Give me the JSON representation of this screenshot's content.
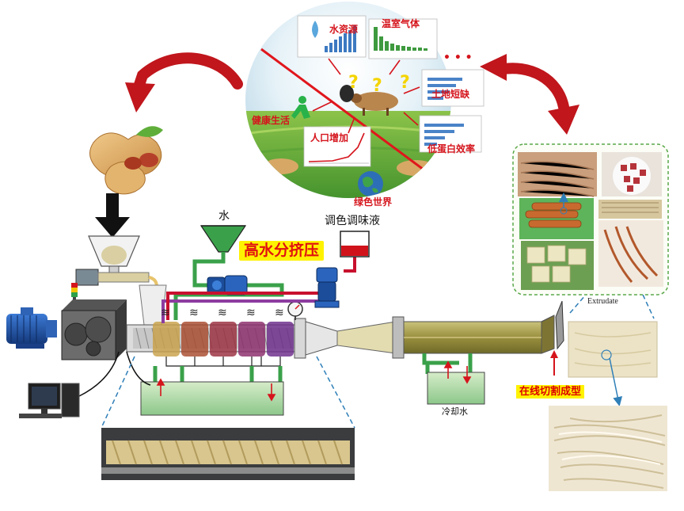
{
  "concerns": {
    "water": "水资源",
    "greenhouse": "温室气体",
    "land": "土地短缺",
    "protein": "低蛋白效率",
    "health": "健康生活",
    "population": "人口增加",
    "green_world": "绿色世界",
    "more": "• • •",
    "question_marks": [
      "?",
      "?",
      "?"
    ]
  },
  "process": {
    "water_label": "水",
    "extrusion_label": "高水分挤压",
    "color_liquid_label": "调色调味液",
    "cooling_water_label": "冷却水",
    "cutting_label": "在线切割成型",
    "extrudate_label": "Extrudate",
    "heater_symbols": [
      "≋",
      "≋",
      "≋",
      "≋",
      "≋"
    ]
  },
  "colors": {
    "red_label": "#d5141c",
    "highlight": "#fff200",
    "pipe_green": "#3aa14a",
    "pipe_purple": "#8d3ca0",
    "pipe_red": "#c8102e",
    "dashed_blue": "#2f7fb8",
    "barrel_segments": [
      "#c9a24a",
      "#a94b2e",
      "#9b2f3f",
      "#8b2c6b",
      "#6c2c8a"
    ]
  }
}
